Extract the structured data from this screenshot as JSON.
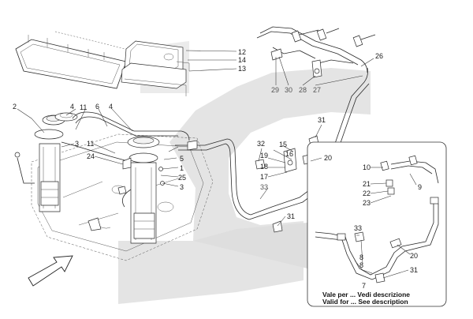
{
  "labels": {
    "l1": "1",
    "l2": "2",
    "l3a": "3",
    "l3b": "3",
    "l4a": "4",
    "l4b": "4",
    "l5": "5",
    "l6": "6",
    "l7": "7",
    "l8a": "8",
    "l8b": "8",
    "l9": "9",
    "l10": "10",
    "l11a": "11",
    "l11b": "11",
    "l12": "12",
    "l13": "13",
    "l14": "14",
    "l15": "15",
    "l16": "16",
    "l17": "17",
    "l18": "18",
    "l19": "19",
    "l20a": "20",
    "l20b": "20",
    "l21": "21",
    "l22": "22",
    "l23": "23",
    "l24": "24",
    "l25": "25",
    "l26": "26",
    "l27": "27",
    "l28": "28",
    "l29": "29",
    "l30": "30",
    "l31a": "31",
    "l31b": "31",
    "l31c": "31",
    "l32": "32",
    "l33a": "33",
    "l33b": "33"
  },
  "note": {
    "line1": "Vale per ... Vedi descrizione",
    "line2": "Valid for ... See description"
  }
}
